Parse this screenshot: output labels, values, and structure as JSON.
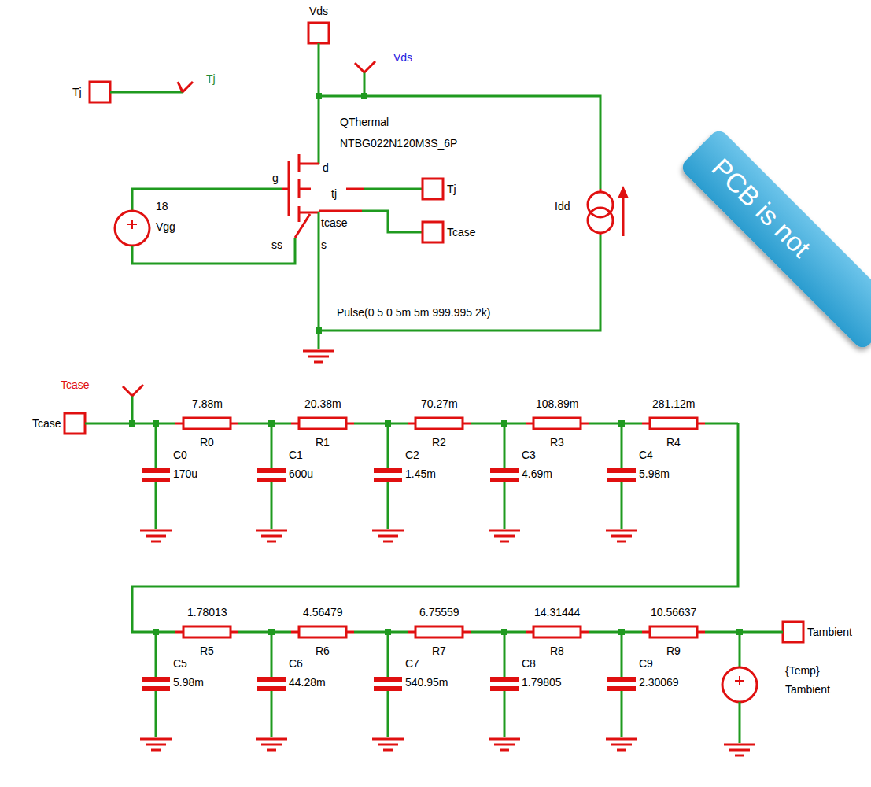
{
  "diagram": {
    "nodes": [
      {
        "text": [
          "PCB is not"
        ]
      }
    ],
    "labels": [
      "Vds",
      "Vds",
      "Tj",
      "Tj",
      "QThermal",
      "NTBG022N120M3S_6P",
      "d",
      "g",
      "tj",
      "Tj",
      "tcase",
      "Tcase",
      "18",
      "Vgg",
      "ss",
      "s",
      "Idd",
      "Pulse(0 5 0 5m 5m 999.995 2k)",
      "Tcase",
      "Tcase",
      "7.88m",
      "R0",
      "C0",
      "170u",
      "20.38m",
      "R1",
      "C1",
      "600u",
      "70.27m",
      "R2",
      "C2",
      "1.45m",
      "108.89m",
      "R3",
      "C3",
      "4.69m",
      "281.12m",
      "R4",
      "C4",
      "5.98m",
      "1.78013",
      "R5",
      "C5",
      "5.98m",
      "4.56479",
      "R6",
      "C6",
      "44.28m",
      "6.75559",
      "R7",
      "C7",
      "540.95m",
      "14.31444",
      "R8",
      "C8",
      "1.79805",
      "10.56637",
      "R9",
      "C9",
      "2.30069",
      "Tambient",
      "{Temp}",
      "Tambient"
    ]
  }
}
